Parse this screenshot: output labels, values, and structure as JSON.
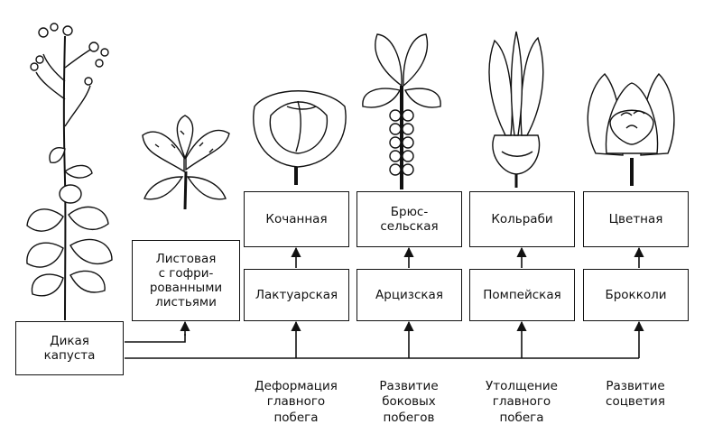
{
  "wild": {
    "label": "Дикая\nкапуста"
  },
  "leafy": {
    "label": "Листовая\nс гофри-\nрованными\nлистьями"
  },
  "columns": [
    {
      "top": "Кочанная",
      "bottom": "Лактуарская",
      "caption": "Деформация\nглавного\nпобега"
    },
    {
      "top": "Брюс-\nсельская",
      "bottom": "Арцизская",
      "caption": "Развитие\nбоковых\nпобегов"
    },
    {
      "top": "Кольраби",
      "bottom": "Помпейская",
      "caption": "Утолщение\nглавного\nпобега"
    },
    {
      "top": "Цветная",
      "bottom": "Брокколи",
      "caption": "Развитие\nсоцветия"
    }
  ],
  "plants": [
    "wild-cabbage",
    "leafy-cabbage",
    "head-cabbage",
    "brussels-sprouts",
    "kohlrabi",
    "cauliflower"
  ]
}
